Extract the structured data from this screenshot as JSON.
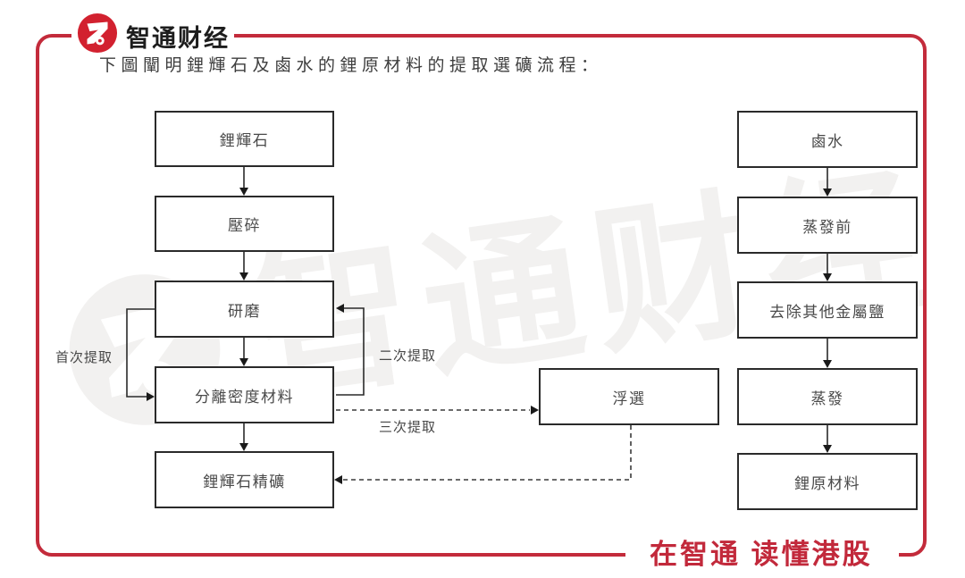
{
  "brand": {
    "logo_text": "智通财经",
    "logo_icon": "zhitong-z-logo",
    "slogan": "在智通 读懂港股",
    "accent_red": "#C32B3B",
    "logo_red": "#D2212F"
  },
  "title": "下圖闡明鋰輝石及鹵水的鋰原材料的提取選礦流程：",
  "watermark": {
    "text": "智通财经"
  },
  "flowchart": {
    "spodumene_branch": [
      "鋰輝石",
      "壓碎",
      "研磨",
      "分離密度材料",
      "鋰輝石精礦"
    ],
    "brine_branch": [
      "鹵水",
      "蒸發前",
      "去除其他金屬鹽",
      "蒸發",
      "鋰原材料"
    ],
    "flotation_node": "浮選",
    "edge_labels": {
      "first": "首次提取",
      "second": "二次提取",
      "third": "三次提取"
    },
    "edges": [
      {
        "from": "鋰輝石",
        "to": "壓碎",
        "style": "solid"
      },
      {
        "from": "壓碎",
        "to": "研磨",
        "style": "solid"
      },
      {
        "from": "研磨",
        "to": "分離密度材料",
        "style": "solid",
        "label": "首次提取"
      },
      {
        "from": "分離密度材料",
        "to": "研磨",
        "style": "solid",
        "label": "二次提取"
      },
      {
        "from": "分離密度材料",
        "to": "鋰輝石精礦",
        "style": "solid"
      },
      {
        "from": "分離密度材料",
        "to": "浮選",
        "style": "dashed",
        "label": "三次提取"
      },
      {
        "from": "浮選",
        "to": "鋰輝石精礦",
        "style": "dashed"
      },
      {
        "from": "鹵水",
        "to": "蒸發前",
        "style": "solid"
      },
      {
        "from": "蒸發前",
        "to": "去除其他金屬鹽",
        "style": "solid"
      },
      {
        "from": "去除其他金屬鹽",
        "to": "蒸發",
        "style": "solid"
      },
      {
        "from": "蒸發",
        "to": "鋰原材料",
        "style": "solid"
      }
    ],
    "node_border_color": "#2A2A2A",
    "node_text_color": "#4A4A4A"
  }
}
